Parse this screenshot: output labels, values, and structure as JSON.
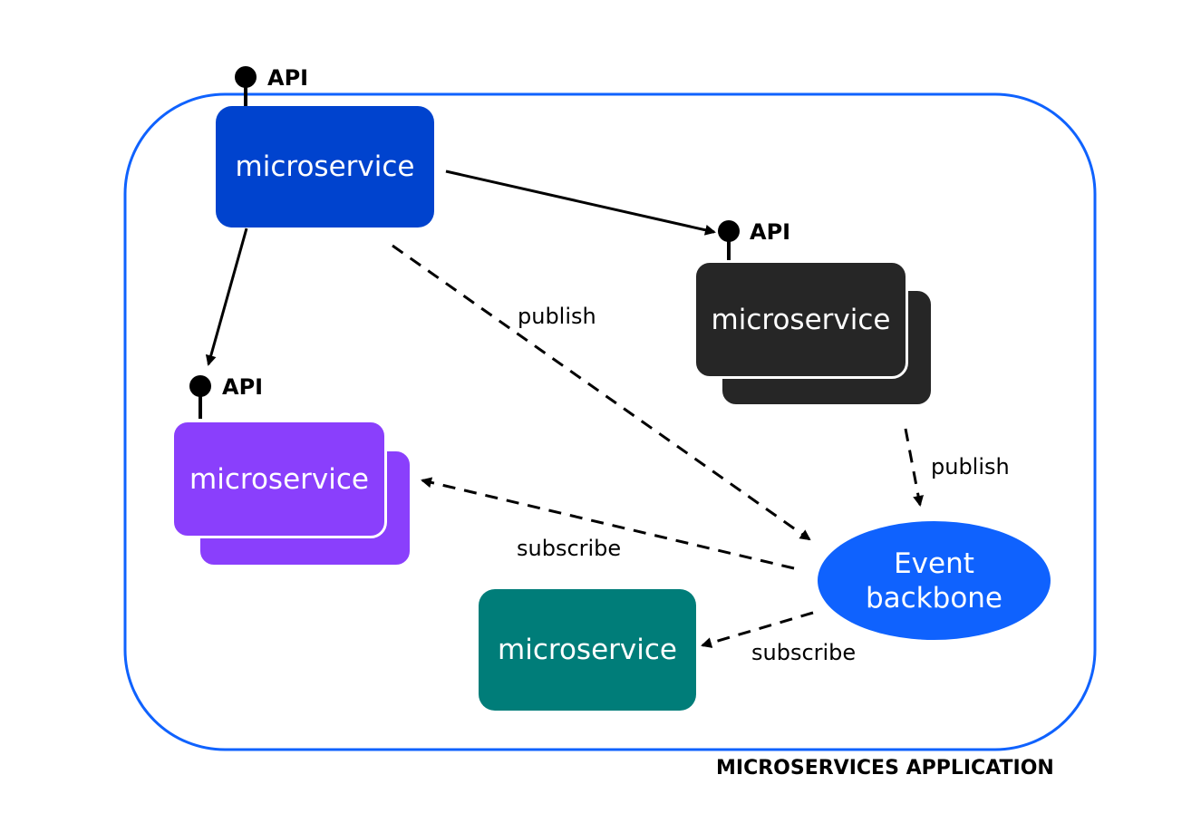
{
  "diagram": {
    "caption": "MICROSERVICES APPLICATION",
    "colors": {
      "boundary": "#0f62fe",
      "blue_service": "#0043ce",
      "dark_service": "#262626",
      "purple_service": "#8a3ffc",
      "teal_service": "#007d79",
      "event_backbone": "#0f62fe"
    },
    "services": {
      "blue": {
        "label": "microservice",
        "api_label": "API"
      },
      "dark": {
        "label": "microservice",
        "api_label": "API"
      },
      "purple": {
        "label": "microservice",
        "api_label": "API"
      },
      "teal": {
        "label": "microservice"
      }
    },
    "event_backbone": {
      "line1": "Event",
      "line2": "backbone"
    },
    "edges": {
      "publish_blue": "publish",
      "publish_dark": "publish",
      "subscribe_purple": "subscribe",
      "subscribe_teal": "subscribe"
    }
  }
}
